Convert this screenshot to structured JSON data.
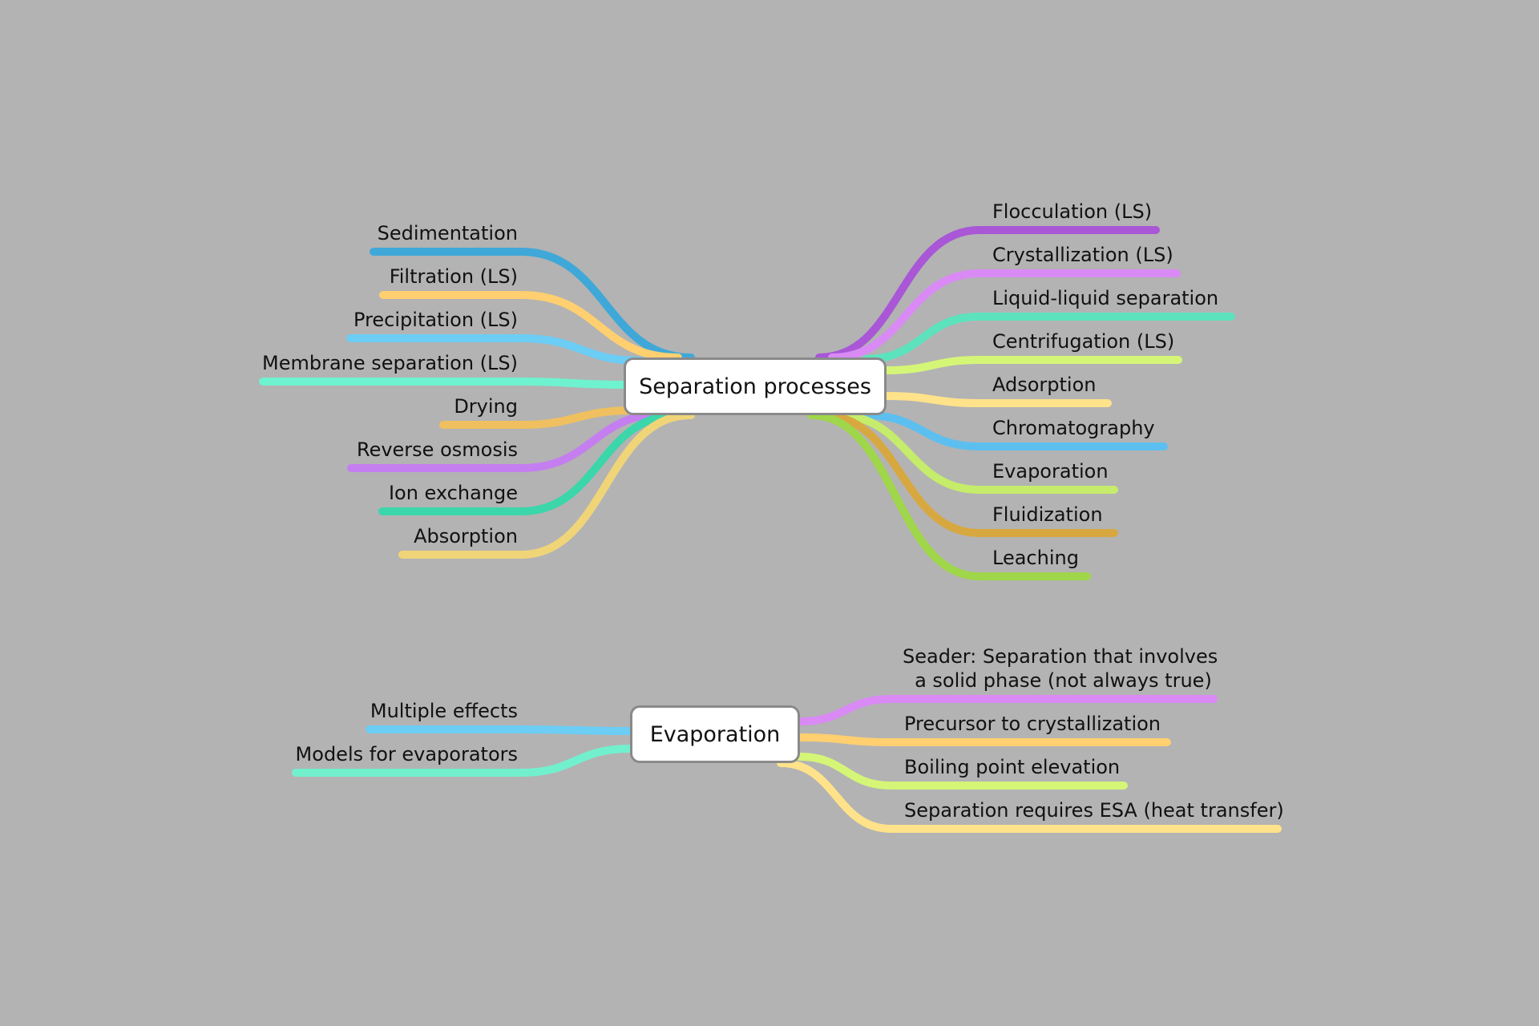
{
  "maps": [
    {
      "root": "Separation processes",
      "left": [
        {
          "label": "Sedimentation",
          "color": "#3fa8d8"
        },
        {
          "label": "Filtration (LS)",
          "color": "#ffcf70"
        },
        {
          "label": "Precipitation (LS)",
          "color": "#6ccdf5"
        },
        {
          "label": "Membrane separation (LS)",
          "color": "#6ff2cf"
        },
        {
          "label": "Drying",
          "color": "#f0c060"
        },
        {
          "label": "Reverse osmosis",
          "color": "#c57ef0"
        },
        {
          "label": "Ion exchange",
          "color": "#3bd6aa"
        },
        {
          "label": "Absorption",
          "color": "#f0d478"
        }
      ],
      "right": [
        {
          "label": "Flocculation (LS)",
          "color": "#a957d6"
        },
        {
          "label": "Crystallization (LS)",
          "color": "#d98af5"
        },
        {
          "label": "Liquid-liquid separation",
          "color": "#5ce3bd"
        },
        {
          "label": "Centrifugation (LS)",
          "color": "#d5f577"
        },
        {
          "label": "Adsorption",
          "color": "#ffe28a"
        },
        {
          "label": "Chromatography",
          "color": "#5dbff0"
        },
        {
          "label": "Evaporation",
          "color": "#c5ec6a"
        },
        {
          "label": "Fluidization",
          "color": "#d8a840"
        },
        {
          "label": "Leaching",
          "color": "#9fd64a"
        }
      ]
    },
    {
      "root": "Evaporation",
      "left": [
        {
          "label": "Multiple effects",
          "color": "#6ccdf5"
        },
        {
          "label": "Models for evaporators",
          "color": "#72f0ce"
        }
      ],
      "right": [
        {
          "label": "Seader: Separation that involves\n a solid phase (not always true)",
          "color": "#d98af5"
        },
        {
          "label": "Precursor to crystallization",
          "color": "#ffcf70"
        },
        {
          "label": "Boiling point elevation",
          "color": "#d5f577"
        },
        {
          "label": "Separation requires ESA (heat transfer)",
          "color": "#ffe28a"
        }
      ]
    }
  ]
}
